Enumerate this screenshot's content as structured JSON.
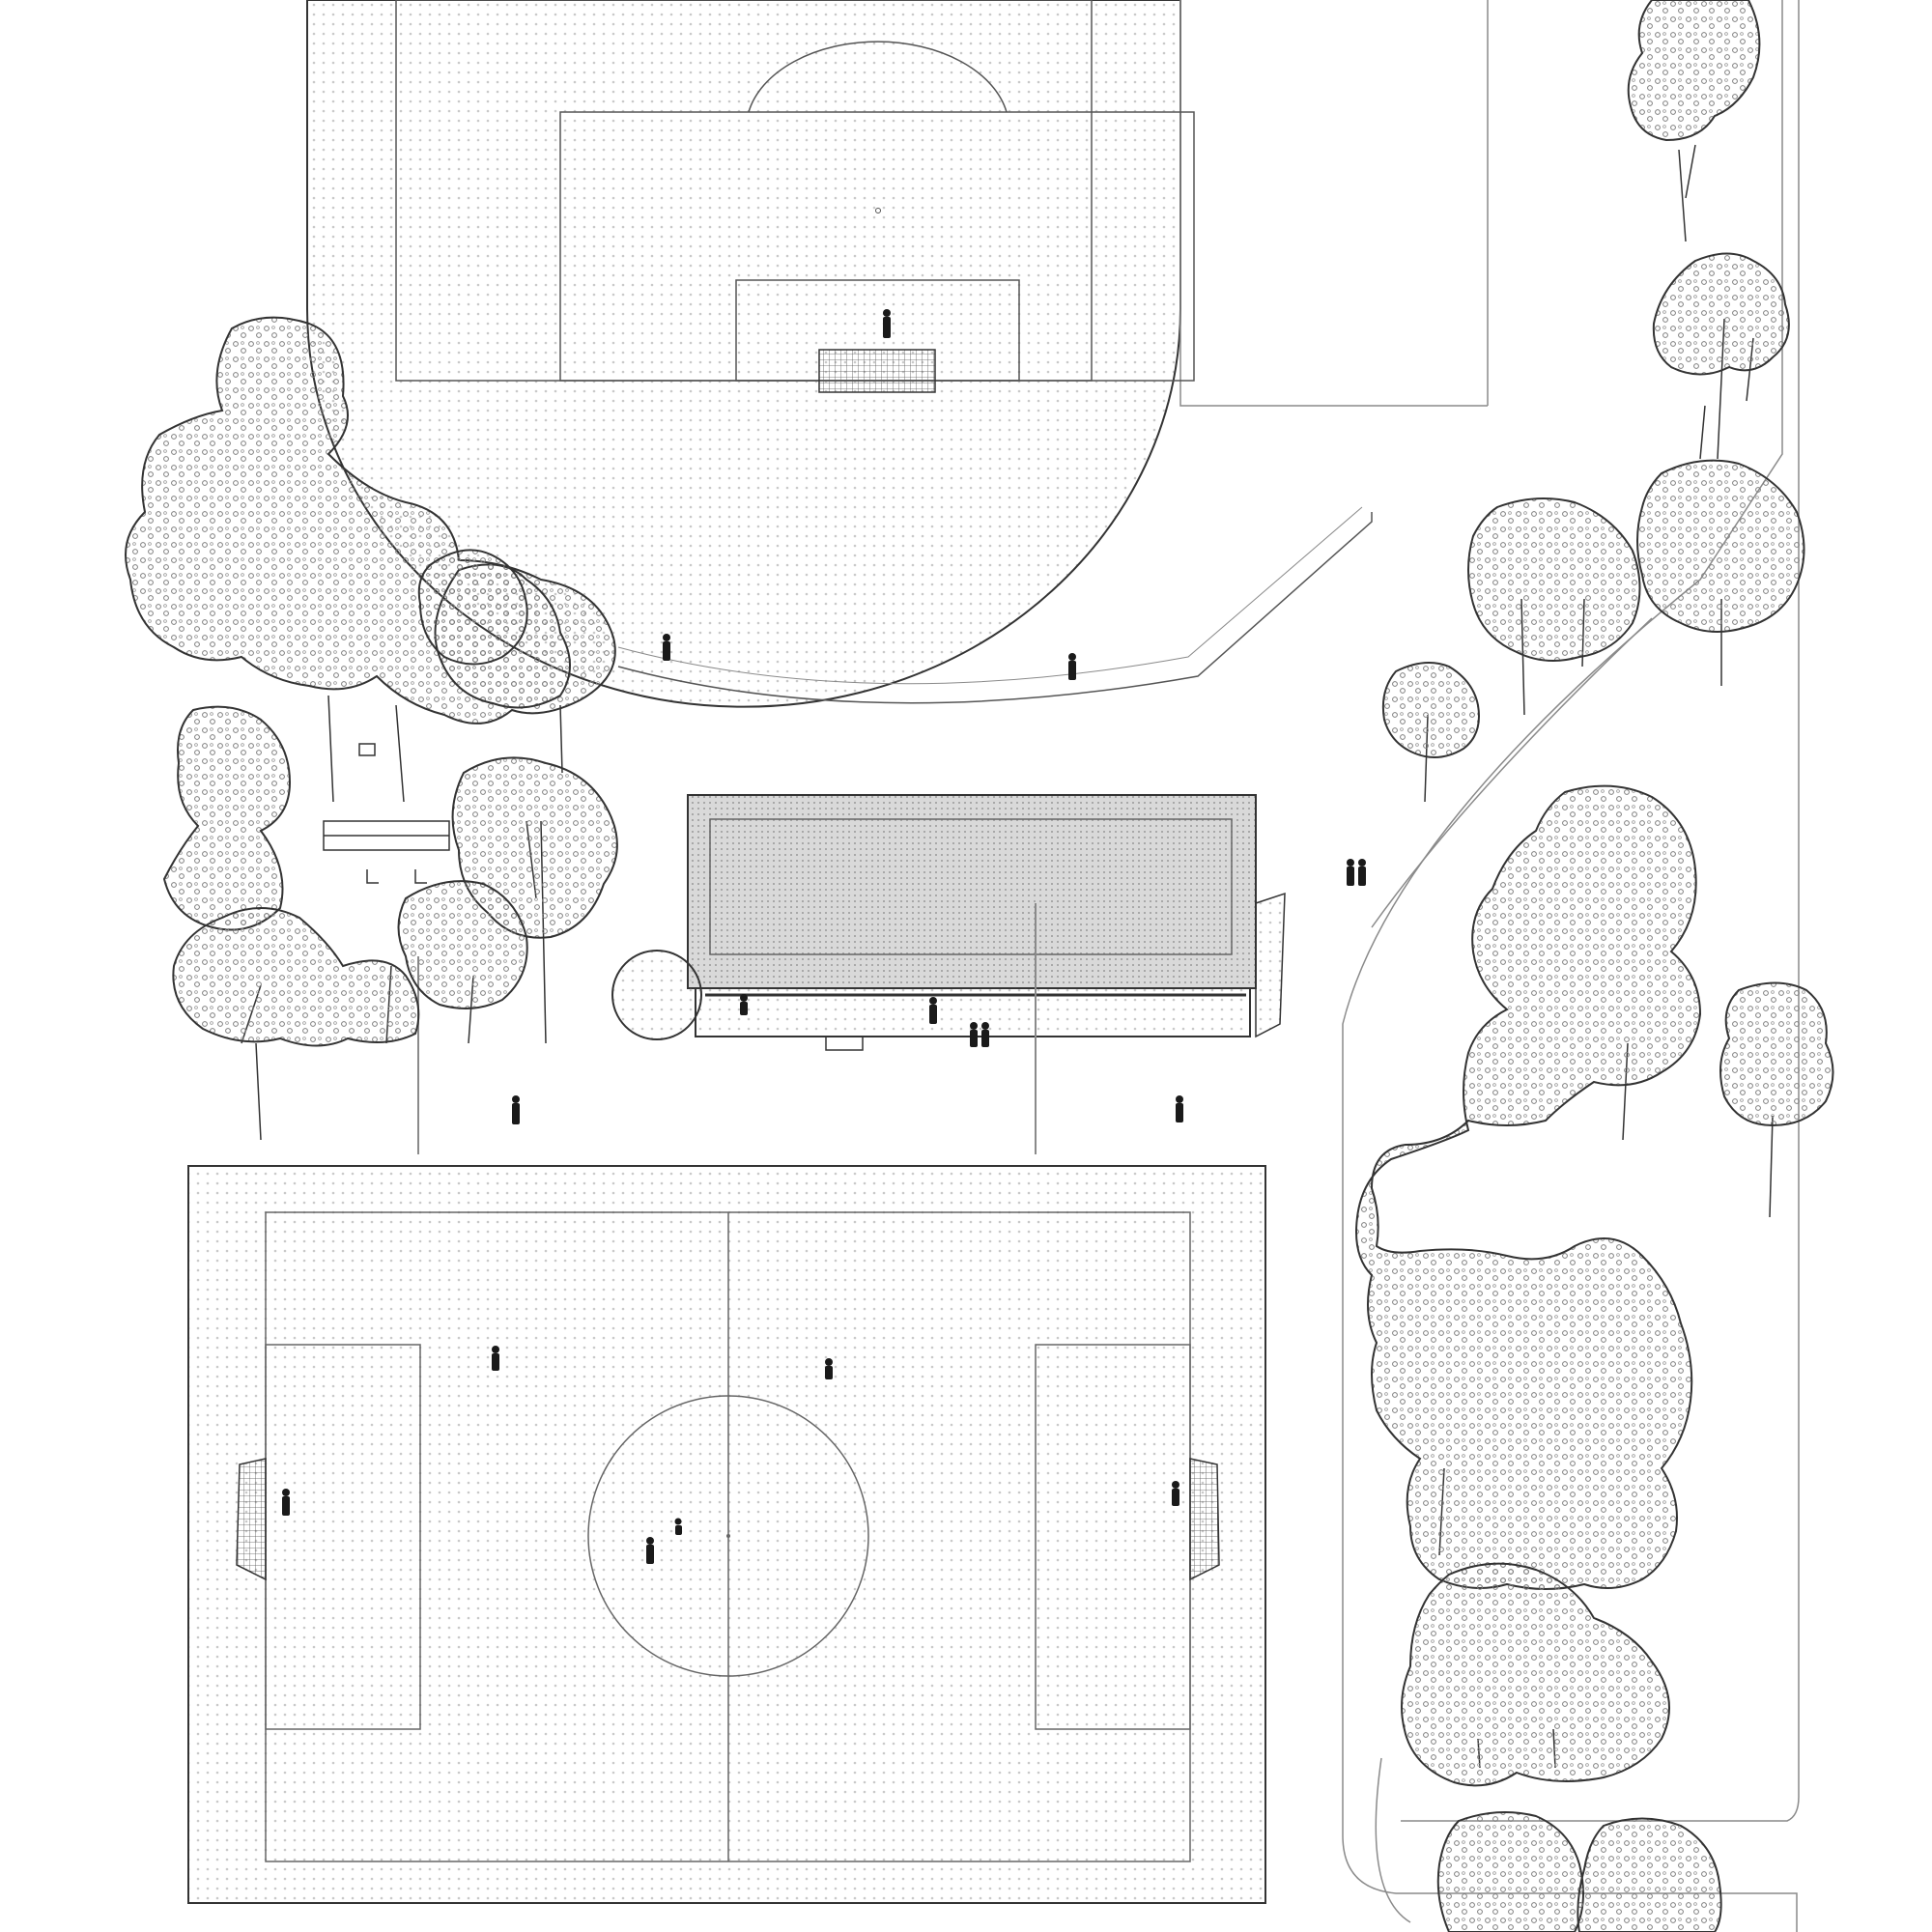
{
  "drawing": {
    "kind": "site plan",
    "colors": {
      "background": "#ffffff",
      "line": "#333333",
      "thin_line": "#8a8a8a",
      "dot_texture": "#c9c9c9",
      "tree_dot": "#7d7d7d",
      "figure": "#1a1a1a"
    }
  },
  "elements": {
    "upper_field": {
      "shape": "running track with football pitch (goal end visible)"
    },
    "lower_field": {
      "shape": "full football pitch with centre circle and two goals"
    },
    "building": {
      "shape": "long rectangular pavilion with round annex"
    },
    "path": {
      "shape": "curving footpath along east side"
    },
    "trees": {
      "style": "stippled canopy clusters"
    }
  }
}
